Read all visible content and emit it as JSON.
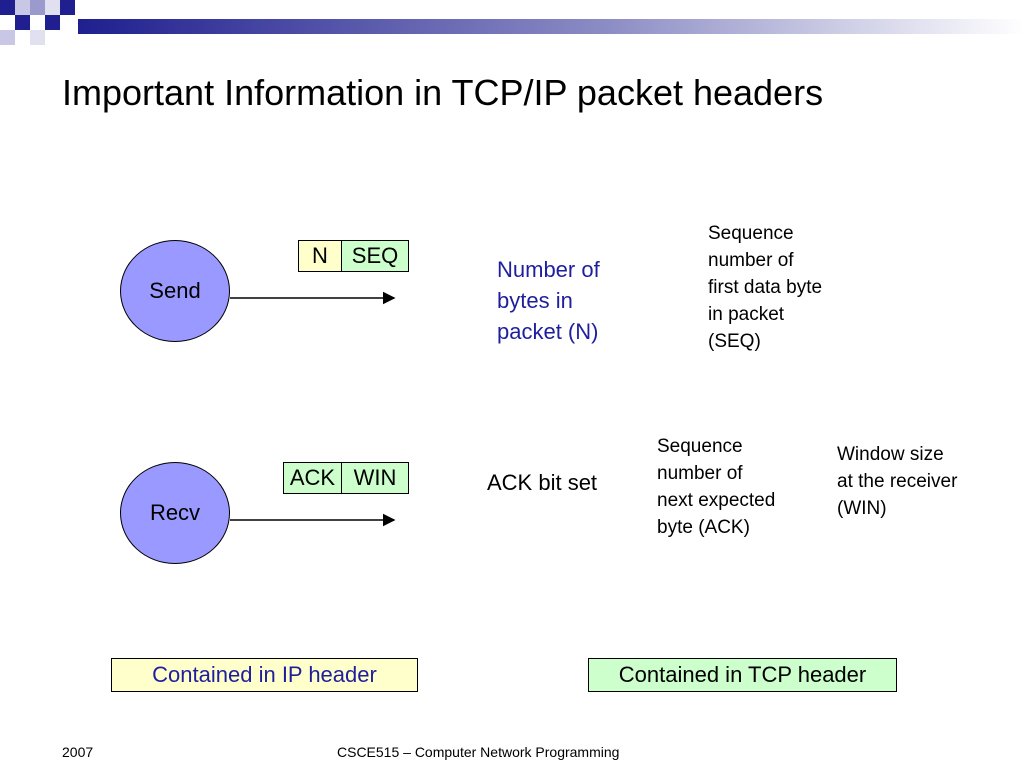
{
  "slide": {
    "title": "Important Information in TCP/IP packet headers"
  },
  "send_row": {
    "node_label": "Send",
    "field_ip": "N",
    "field_tcp": "SEQ",
    "note_ip": [
      "Number of",
      "bytes in",
      "packet (N)"
    ],
    "note_tcp": [
      "Sequence",
      "number of",
      "first data byte",
      "in packet",
      "(SEQ)"
    ]
  },
  "recv_row": {
    "node_label": "Recv",
    "field_ack": "ACK",
    "field_win": "WIN",
    "note_ackbit": "ACK bit set",
    "note_ack": [
      "Sequence",
      "number of",
      "next expected",
      "byte (ACK)"
    ],
    "note_win": [
      "Window size",
      "at the receiver",
      "(WIN)"
    ]
  },
  "legend": {
    "ip": "Contained in IP header",
    "tcp": "Contained in TCP header"
  },
  "footer": {
    "year": "2007",
    "course": "CSCE515 – Computer Network Programming"
  },
  "colors": {
    "node_fill": "#9999ff",
    "ip_fill": "#ffffcc",
    "tcp_fill": "#ccffcc",
    "note_blue": "#1f1f9e",
    "deco_navy": "#1f1f8f"
  }
}
